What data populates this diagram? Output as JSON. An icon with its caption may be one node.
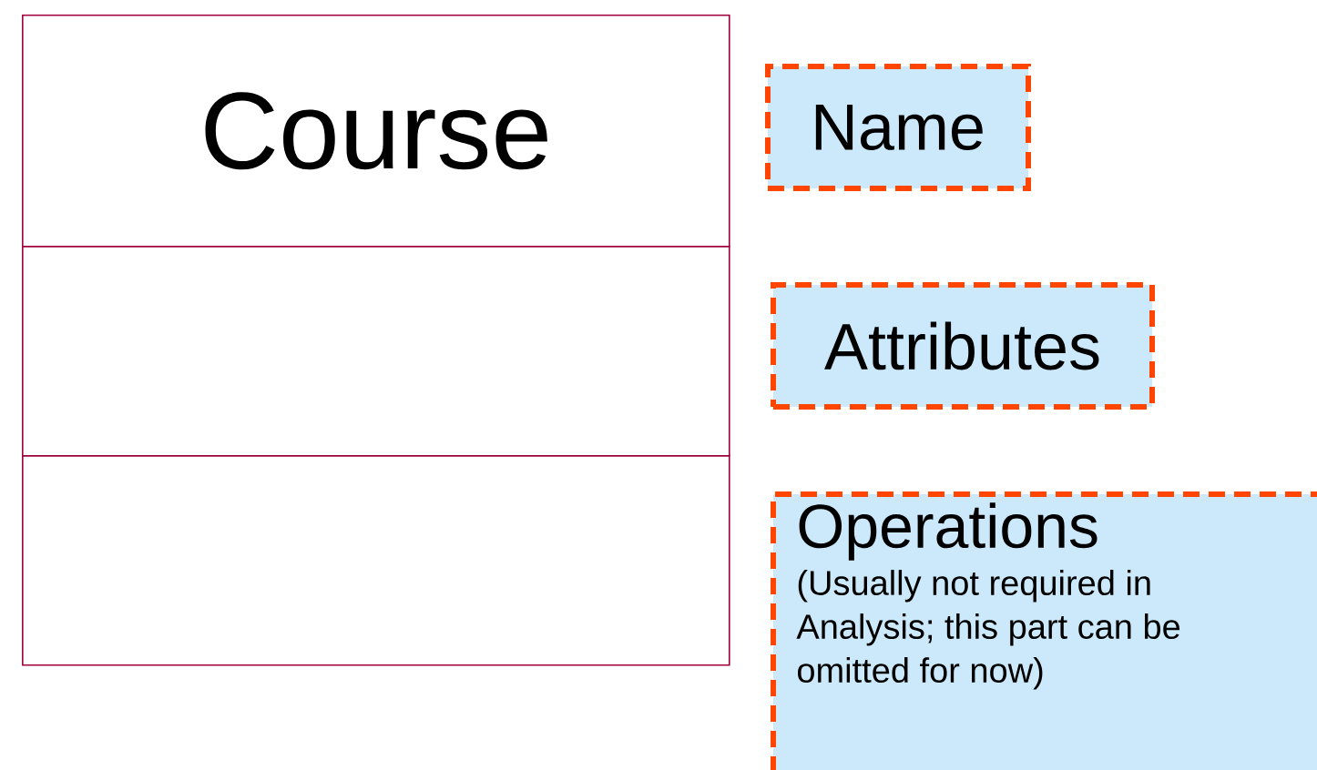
{
  "diagram": {
    "nodes": [
      {
        "text": [
          "Course"
        ]
      },
      {
        "text": [],
        "shape": "box"
      },
      {
        "text": [],
        "shape": "box"
      },
      {
        "text": [
          "Name"
        ]
      },
      {
        "text": [
          "Attributes"
        ]
      },
      {
        "text": [
          "Operations",
          "(Usually not required in Analysis; this part can be omitted for now)"
        ]
      }
    ]
  }
}
